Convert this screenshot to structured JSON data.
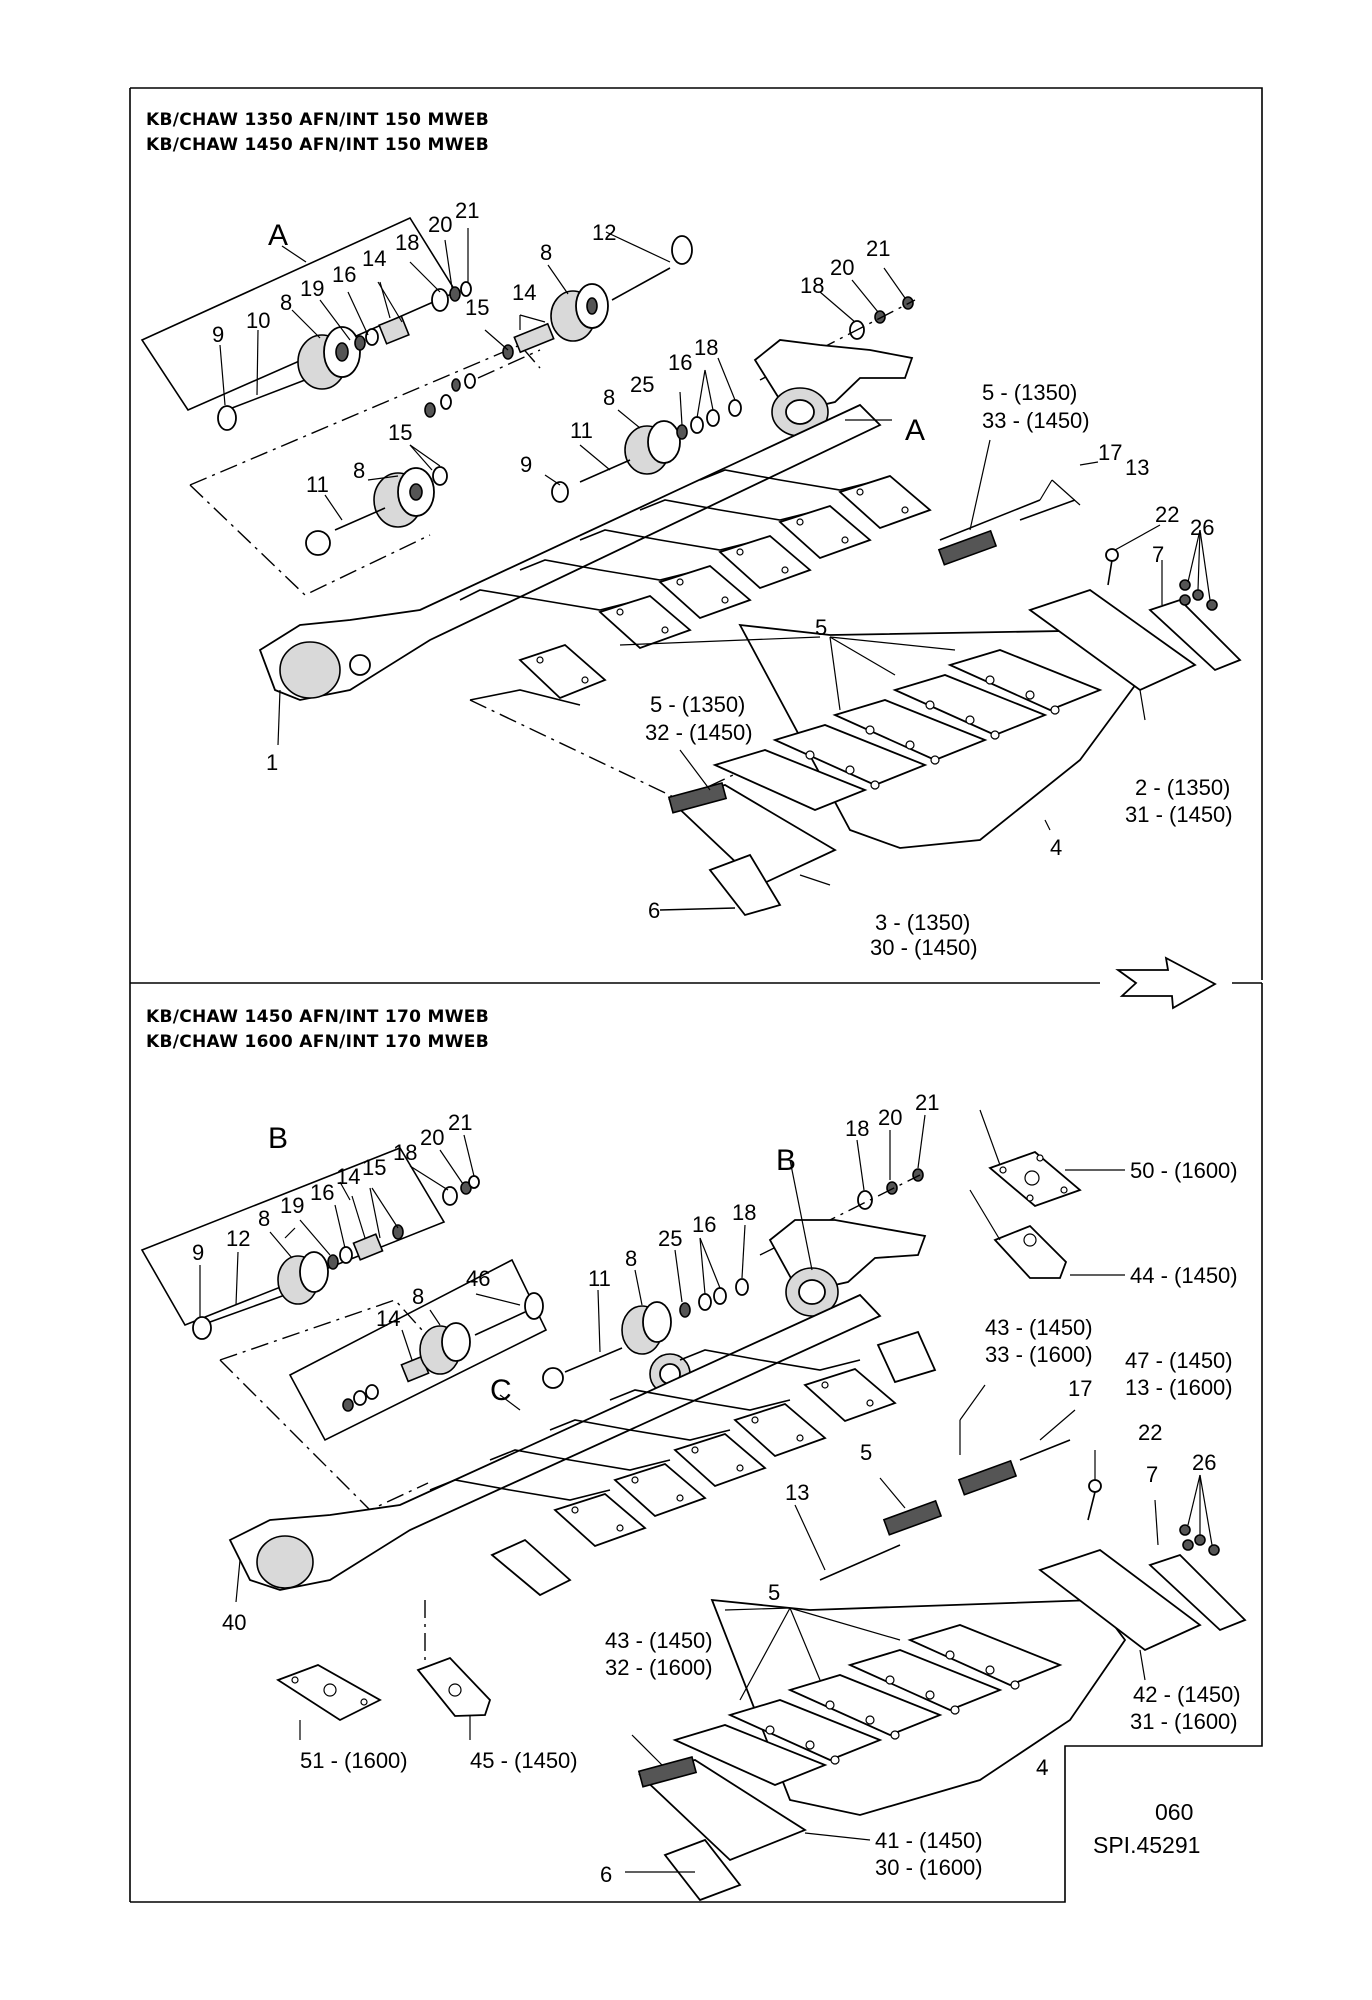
{
  "diagram_top": {
    "header_line1": "KB/CHAW 1350 AFN/INT 150 MWEB",
    "header_line2": "KB/CHAW 1450 AFN/INT 150 MWEB",
    "detail_letter": "A",
    "detail_letter_2": "A",
    "labels": {
      "n9": "9",
      "n10": "10",
      "n8a": "8",
      "n19": "19",
      "n16": "16",
      "n14": "14",
      "n18": "18",
      "n20": "20",
      "n21": "21",
      "n8b": "8",
      "n12": "12",
      "n14b": "14",
      "n15": "15",
      "n18r": "18",
      "n20r": "20",
      "n21r": "21",
      "n16c": "16",
      "n18c": "18",
      "n25": "25",
      "n8c": "8",
      "n11": "11",
      "n9c": "9",
      "n8d": "8",
      "n15d": "15",
      "n11d": "11",
      "n1": "1",
      "n5": "5",
      "l5_33": "5 - (1350)",
      "l33": "33 - (1450)",
      "n17": "17",
      "n13": "13",
      "n22": "22",
      "n26": "26",
      "n7": "7",
      "l5_32": "5 - (1350)",
      "l32": "32 - (1450)",
      "n4": "4",
      "l2": "2  -  (1350)",
      "l31": "31 - (1450)",
      "n6": "6",
      "l3": "3  -  (1350)",
      "l30": "30 - (1450)"
    }
  },
  "diagram_bottom": {
    "header_line1": "KB/CHAW 1450 AFN/INT 170 MWEB",
    "header_line2": "KB/CHAW 1600 AFN/INT 170 MWEB",
    "detail_letter": "B",
    "detail_letter_2": "B",
    "detail_letter_c": "C",
    "labels": {
      "n9": "9",
      "n12": "12",
      "n8a": "8",
      "n19": "19",
      "n16": "16",
      "n14": "14",
      "n15": "15",
      "n18": "18",
      "n20": "20",
      "n21": "21",
      "n14c": "14",
      "n8c": "8",
      "n46": "46",
      "n11": "11",
      "n8": "8",
      "n25": "25",
      "n16b": "16",
      "n18b": "18",
      "n18r": "18",
      "n20r": "20",
      "n21r": "21",
      "l50": "50 - (1600)",
      "l44": "44 - (1450)",
      "l43a": "43 - (1450)",
      "l33": "33 - (1600)",
      "l47": "47 - (1450)",
      "l13": "13  -  (1600)",
      "n17": "17",
      "n22": "22",
      "n26": "26",
      "n7": "7",
      "n5a": "5",
      "n13": "13",
      "n5b": "5",
      "l43b": "43 - (1450)",
      "l32": "32 - (1600)",
      "n40": "40",
      "l51": "51 - (1600)",
      "l45": "45 - (1450)",
      "n4": "4",
      "l42": "42 - (1450)",
      "l31": "31  -  (1600)",
      "n6": "6",
      "l41": "41 - (1450)",
      "l30": "30 - (1600)"
    }
  },
  "footer": {
    "page_number": "060",
    "drawing_ref": "SPI.45291"
  }
}
